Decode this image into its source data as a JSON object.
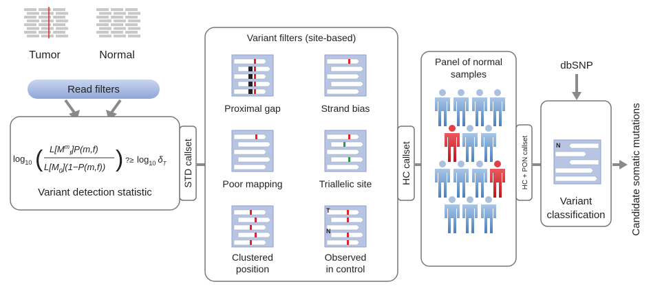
{
  "inputs": {
    "tumor": "Tumor",
    "normal": "Normal",
    "read_filters": "Read filters"
  },
  "detection": {
    "formula_prefix": "log",
    "formula_sub": "10",
    "numerator": "L[M",
    "numerator_sup": "m",
    "numerator_sub": "f",
    "numerator_rest": "]P(m,f)",
    "denominator": "L[M",
    "denominator_sub": "0",
    "denominator_rest": "](1−P(m,f))",
    "comparator": "?≥",
    "rhs": "log",
    "rhs_sub": "10",
    "rhs_delta": "δ",
    "rhs_delta_sub": "T",
    "label": "Variant detection statistic"
  },
  "callsets": {
    "std": "STD callset",
    "hc": "HC callset",
    "hc_pon": "HC + PON callset"
  },
  "variant_filters": {
    "title": "Variant filters (site-based)",
    "items": [
      {
        "label": "Proximal gap"
      },
      {
        "label": "Strand bias"
      },
      {
        "label": "Poor mapping"
      },
      {
        "label": "Triallelic site"
      },
      {
        "label": "Clustered",
        "label2": "position"
      },
      {
        "label": "Observed",
        "label2": "in control",
        "tag_t": "T",
        "tag_n": "N"
      }
    ]
  },
  "pon": {
    "title": "Panel of normal",
    "title2": "samples",
    "people_rows": [
      [
        "normal",
        "normal",
        "normal",
        "normal"
      ],
      [
        "tumor",
        "normal",
        "normal"
      ],
      [
        "normal",
        "normal",
        "normal",
        "tumor"
      ],
      [
        "normal",
        "normal",
        "normal"
      ]
    ]
  },
  "classification": {
    "dbsnp": "dbSNP",
    "label": "Variant",
    "label2": "classification",
    "tag": "N"
  },
  "output": {
    "label": "Candidate somatic mutations"
  },
  "colors": {
    "normal_person": "#5a8fc8",
    "tumor_person": "#d8262e",
    "variant_mark": "#d8262e",
    "icon_bg": "#b8c4e4",
    "arrow": "#8a8a8a"
  }
}
